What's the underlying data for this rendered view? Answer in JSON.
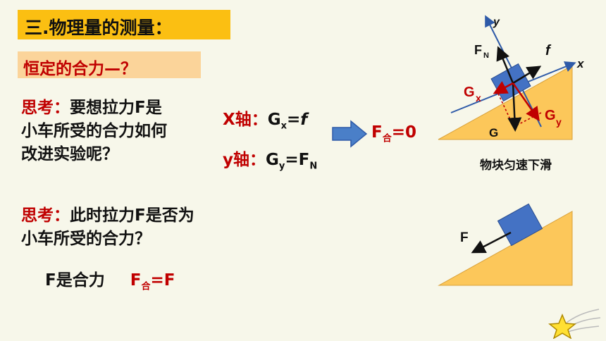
{
  "title": "三.物理量的测量：",
  "subtitle": "恒定的合力—？",
  "think1": {
    "label": "思考：",
    "line1": "要想拉力F是",
    "line2": "小车所受的合力如何",
    "line3": "改进实验呢？"
  },
  "eq_x": {
    "axis": "X轴：",
    "lhs": "G",
    "lhs_sub": "x",
    "rest": "=",
    "f": "f"
  },
  "eq_y": {
    "axis": "y轴：",
    "lhs": "G",
    "lhs_sub": "y",
    "rest": "=F",
    "rhs_sub": "N"
  },
  "result": {
    "f": "F",
    "sub": "合",
    "rest": "=0"
  },
  "diagram1": {
    "caption": "物块匀速下滑",
    "labels": {
      "y": "y",
      "x": "x",
      "fn": "F",
      "fn_sub": "N",
      "f": "f",
      "gx": "G",
      "gx_sub": "x",
      "gy": "G",
      "gy_sub": "y",
      "g": "G"
    }
  },
  "think2": {
    "label": "思考：",
    "line1": "此时拉力F是否为",
    "line2": "小车所受的合力？"
  },
  "conclusion": {
    "text": "F是合力",
    "f": "F",
    "sub": "合",
    "rest": "=F"
  },
  "diagram2": {
    "label_f": "F"
  },
  "colors": {
    "title_bg": "#fbbf12",
    "subtitle_bg": "#fbd49a",
    "red": "#c00000",
    "slope": "#fcc75a",
    "block": "#4472c4",
    "axis": "#2e5aa8"
  }
}
